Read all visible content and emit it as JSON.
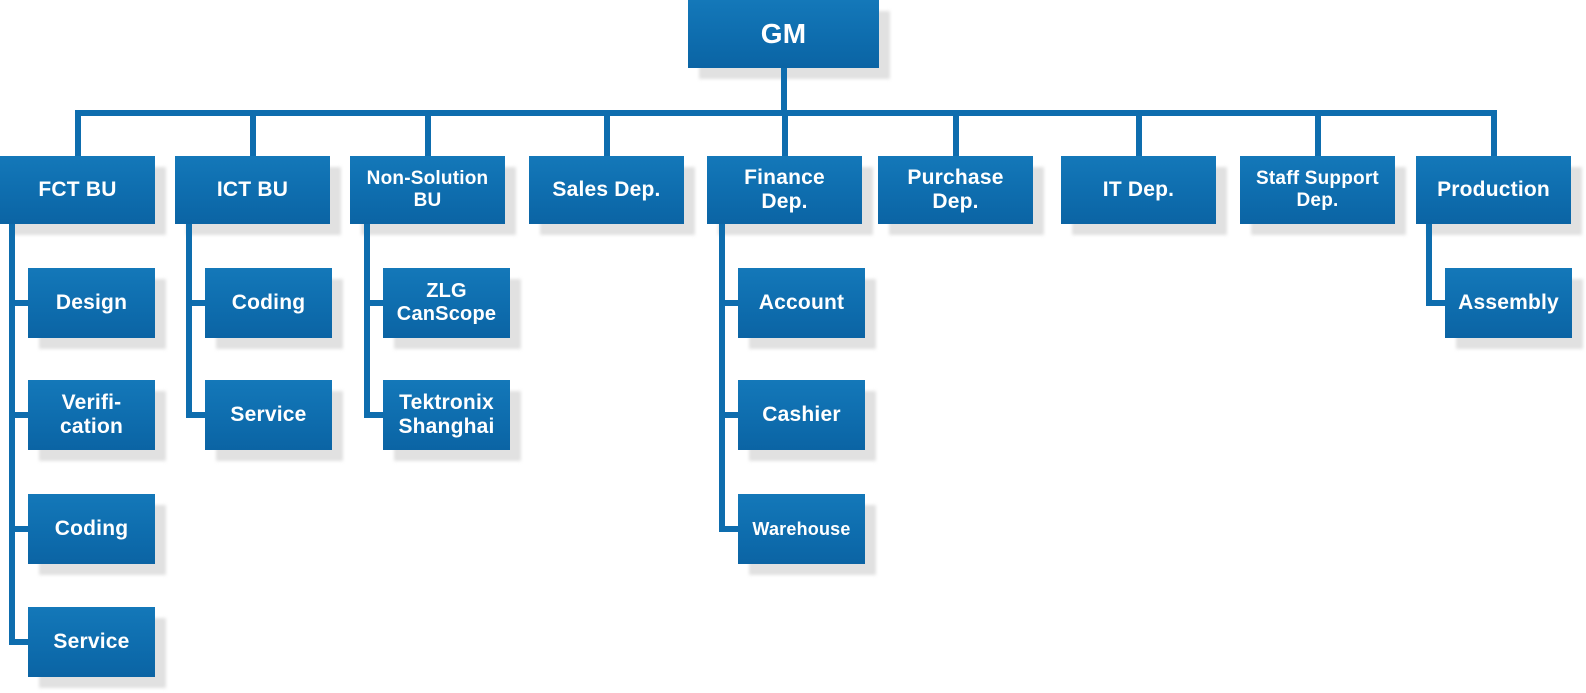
{
  "diagram": {
    "type": "org-chart",
    "root": {
      "id": "gm",
      "label": "GM"
    },
    "level2": [
      {
        "id": "fct-bu",
        "label": "FCT BU",
        "children": [
          {
            "id": "design",
            "label": "Design"
          },
          {
            "id": "verification",
            "label": "Verifi-\ncation"
          },
          {
            "id": "coding-fct",
            "label": "Coding"
          },
          {
            "id": "service-fct",
            "label": "Service"
          }
        ]
      },
      {
        "id": "ict-bu",
        "label": "ICT BU",
        "children": [
          {
            "id": "coding-ict",
            "label": "Coding"
          },
          {
            "id": "service-ict",
            "label": "Service"
          }
        ]
      },
      {
        "id": "non-solution-bu",
        "label": "Non-Solution\nBU",
        "children": [
          {
            "id": "zlg-canscope",
            "label": "ZLG\nCanScope"
          },
          {
            "id": "tektronix-shanghai",
            "label": "Tektronix\nShanghai"
          }
        ]
      },
      {
        "id": "sales-dep",
        "label": "Sales Dep.",
        "children": []
      },
      {
        "id": "finance-dep",
        "label": "Finance\nDep.",
        "children": [
          {
            "id": "account",
            "label": "Account"
          },
          {
            "id": "cashier",
            "label": "Cashier"
          },
          {
            "id": "warehouse",
            "label": "Warehouse"
          }
        ]
      },
      {
        "id": "purchase-dep",
        "label": "Purchase\nDep.",
        "children": []
      },
      {
        "id": "it-dep",
        "label": "IT Dep.",
        "children": []
      },
      {
        "id": "staff-support-dep",
        "label": "Staff Support\nDep.",
        "children": []
      },
      {
        "id": "production",
        "label": "Production",
        "children": [
          {
            "id": "assembly",
            "label": "Assembly"
          }
        ]
      }
    ]
  },
  "colors": {
    "node_gradient_top": "#1478b9",
    "node_gradient_mid": "#0e6dae",
    "node_gradient_bottom": "#0b64a4",
    "connector": "#0e6dae",
    "shadow": "#e1e1e1",
    "text": "#ffffff",
    "background": "#ffffff"
  }
}
